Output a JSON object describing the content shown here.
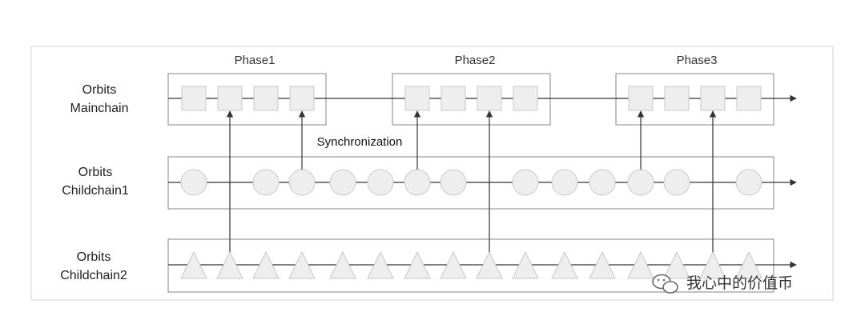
{
  "chains": [
    {
      "line1": "Orbits",
      "line2": "Mainchain"
    },
    {
      "line1": "Orbits",
      "line2": "Childchain1"
    },
    {
      "line1": "Orbits",
      "line2": "Childchain2"
    }
  ],
  "phases": [
    "Phase1",
    "Phase2",
    "Phase3"
  ],
  "sync_label": "Synchronization",
  "watermark": "我心中的价值币",
  "watermark_icon": "wechat-icon",
  "colors": {
    "line": "#333333",
    "box_border": "#999999",
    "node_fill": "#eeeeee",
    "node_stroke": "#c8c8c8"
  }
}
